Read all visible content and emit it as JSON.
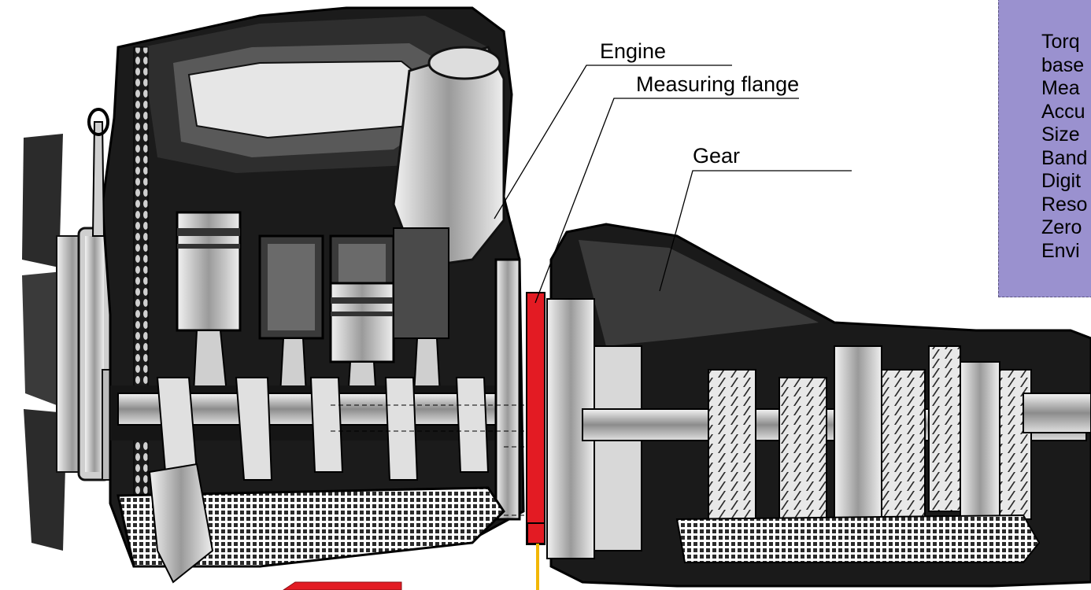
{
  "callouts": {
    "engine": "Engine",
    "measuring_flange": "Measuring flange",
    "gear": "Gear"
  },
  "spec_box": {
    "items": [
      "Torq",
      "base",
      "Mea",
      "Accu",
      "Size",
      "Band",
      "Digit",
      "Reso",
      "Zero",
      "Envi"
    ]
  },
  "colors": {
    "flange": "#e31b23",
    "signal_line": "#f2b705",
    "spec_box": "#9a91cf",
    "sump_mesh": "#303030"
  }
}
